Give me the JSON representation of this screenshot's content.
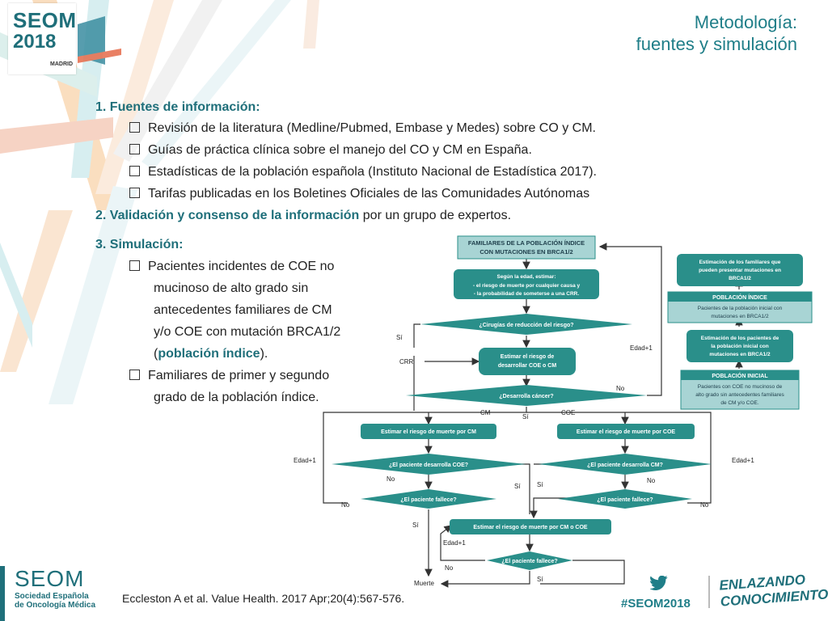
{
  "colors": {
    "teal_dark": "#1f6f7a",
    "teal": "#1f8a8a",
    "teal_light": "#7fbfbf",
    "box_fill": "#2a8f8a",
    "box_light_fill": "#a8d4d4"
  },
  "logo": {
    "top": "SEOM",
    "year": "2018",
    "city": "MADRID"
  },
  "title": {
    "line1": "Metodología:",
    "line2": "fuentes y simulación"
  },
  "section1": {
    "heading": "1. Fuentes de información:",
    "items": [
      "Revisión de la literatura (Medline/Pubmed, Embase y Medes) sobre CO y CM.",
      "Guías de práctica clínica sobre el manejo del CO y CM en España.",
      "Estadísticas de la población española (Instituto Nacional de Estadística 2017).",
      "Tarifas publicadas en los Boletines Oficiales de las Comunidades Autónomas"
    ]
  },
  "section2": {
    "heading": "2. Validación y consenso de la información",
    "rest": " por un grupo de expertos."
  },
  "section3": {
    "heading": "3. Simulación:",
    "item1_lines": [
      "Pacientes incidentes de COE no",
      "mucinoso de alto grado sin",
      "antecedentes familiares de CM",
      "y/o COE con mutación BRCA1/2"
    ],
    "item1_paren_open": "(",
    "item1_bold": "población índice",
    "item1_paren_close": ").",
    "item2_lines": [
      "Familiares de primer y segundo",
      "grado de la población índice."
    ]
  },
  "flowchart": {
    "box_familiares_1": "FAMILIARES DE LA POBLACIÓN ÍNDICE",
    "box_familiares_2": "CON MUTACIONES EN BRCA1/2",
    "box_estimar_1": "Según la edad, estimar:",
    "box_estimar_2": "- el riesgo de muerte por cualquier causa y",
    "box_estimar_3": "- la probabilidad de someterse a una CRR.",
    "diamond_cirugia": "¿Cirugías de reducción del riesgo?",
    "box_riesgo_1": "Estimar el riesgo de",
    "box_riesgo_2": "desarrollar COE o CM",
    "diamond_cancer": "¿Desarrolla cáncer?",
    "box_muerte_cm": "Estimar el riesgo de muerte por CM",
    "box_muerte_coe": "Estimar el riesgo de muerte por COE",
    "diamond_coe": "¿El paciente desarrolla COE?",
    "diamond_cm": "¿El paciente desarrolla CM?",
    "diamond_fallece_1": "¿El paciente fallece?",
    "diamond_fallece_2": "¿El paciente fallece?",
    "box_muerte_cm_coe": "Estimar el riesgo de muerte por CM o COE",
    "diamond_fallece_3": "¿El paciente fallece?",
    "box_estimacion_fam_1": "Estimación de los familiares que",
    "box_estimacion_fam_2": "pueden presentar mutaciones en",
    "box_estimacion_fam_3": "BRCA1/2",
    "box_pob_indice_title": "POBLACIÓN ÍNDICE",
    "box_pob_indice_1": "Pacientes de la población inicial con",
    "box_pob_indice_2": "mutaciones en BRCA1/2",
    "box_estimacion_pac_1": "Estimación de los pacientes de",
    "box_estimacion_pac_2": "la población inicial con",
    "box_estimacion_pac_3": "mutaciones en BRCA1/2",
    "box_pob_inicial_title": "POBLACIÓN INICIAL",
    "box_pob_inicial_1": "Pacientes con COE no mucinoso de",
    "box_pob_inicial_2": "alto grado sin antecedentes familiares",
    "box_pob_inicial_3": "de CM y/o COE.",
    "lbl_si": "Sí",
    "lbl_no": "No",
    "lbl_crr": "CRR",
    "lbl_edad": "Edad+1",
    "lbl_cm": "CM",
    "lbl_coe": "COE",
    "lbl_muerte": "Muerte"
  },
  "footer": {
    "reference": "Eccleston A et al. Value Health. 2017 Apr;20(4):567-576.",
    "hashtag": "#SEOM2018",
    "slogan_1": "ENLAZANDO",
    "slogan_2": "CONOCIMIENTO",
    "org_name": "SEOM",
    "org_sub_1": "Sociedad Española",
    "org_sub_2": "de Oncología Médica"
  }
}
